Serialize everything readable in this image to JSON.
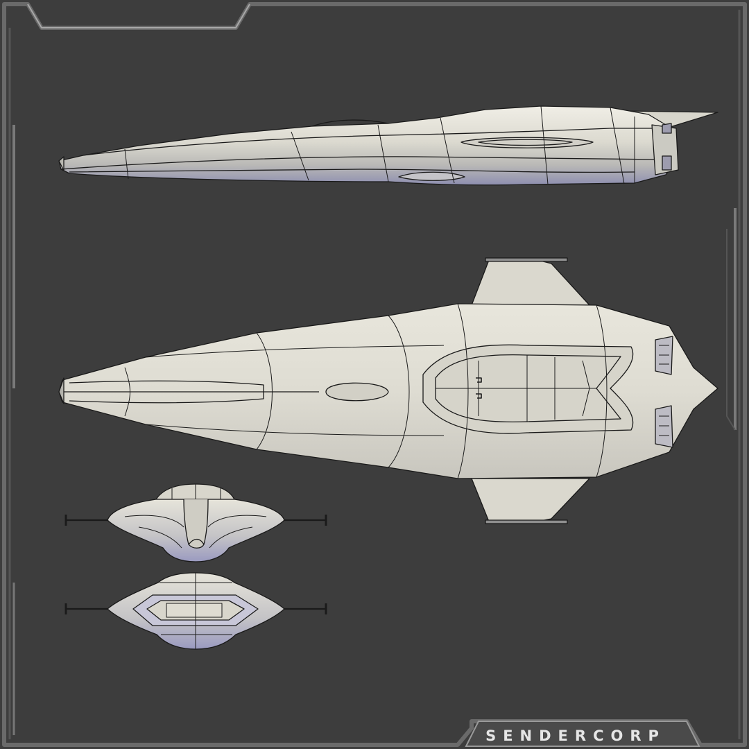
{
  "brand": {
    "text": "SENDERCORP"
  },
  "views": [
    {
      "name": "side-view"
    },
    {
      "name": "top-view"
    },
    {
      "name": "front-view"
    },
    {
      "name": "rear-view"
    }
  ],
  "colors": {
    "background": "#3d3d3d",
    "frame": "#5e5e5e",
    "frame_edge": "#a8a8a8",
    "hull_light": "#e8e6dc",
    "hull_mid": "#c9c7bb",
    "hull_shadow": "#9c9cb6",
    "wire": "#1a1a1a",
    "brand_plate": "#4a4a4a"
  }
}
